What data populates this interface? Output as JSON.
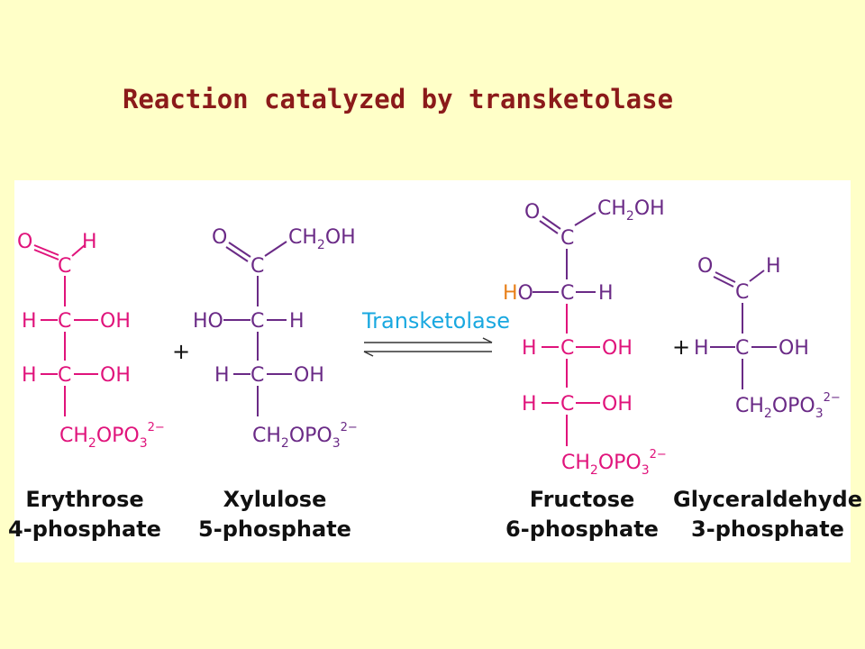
{
  "title": "Reaction catalyzed by transketolase",
  "enzyme": "Transketolase",
  "plus": "+",
  "atoms": {
    "O": "O",
    "H": "H",
    "C": "C",
    "OH": "OH",
    "HO": "HO"
  },
  "groups": {
    "ch2_base": "CH",
    "oh_tail": "OH",
    "po_base": "OPO",
    "two": "2",
    "three": "3",
    "charge": "2−"
  },
  "molecules": [
    {
      "name_line1": "Erythrose",
      "name_line2": "4-phosphate"
    },
    {
      "name_line1": "Xylulose",
      "name_line2": "5-phosphate"
    },
    {
      "name_line1": "Fructose",
      "name_line2": "6-phosphate"
    },
    {
      "name_line1": "Glyceraldehyde",
      "name_line2": "3-phosphate"
    }
  ],
  "colors": {
    "title": "#8B1A1A",
    "donor": "#6A2A86",
    "acceptor": "#E0137B",
    "transferred_ho": "#E8801A",
    "enzyme": "#19A8E0",
    "background": "#FFFFC8"
  }
}
